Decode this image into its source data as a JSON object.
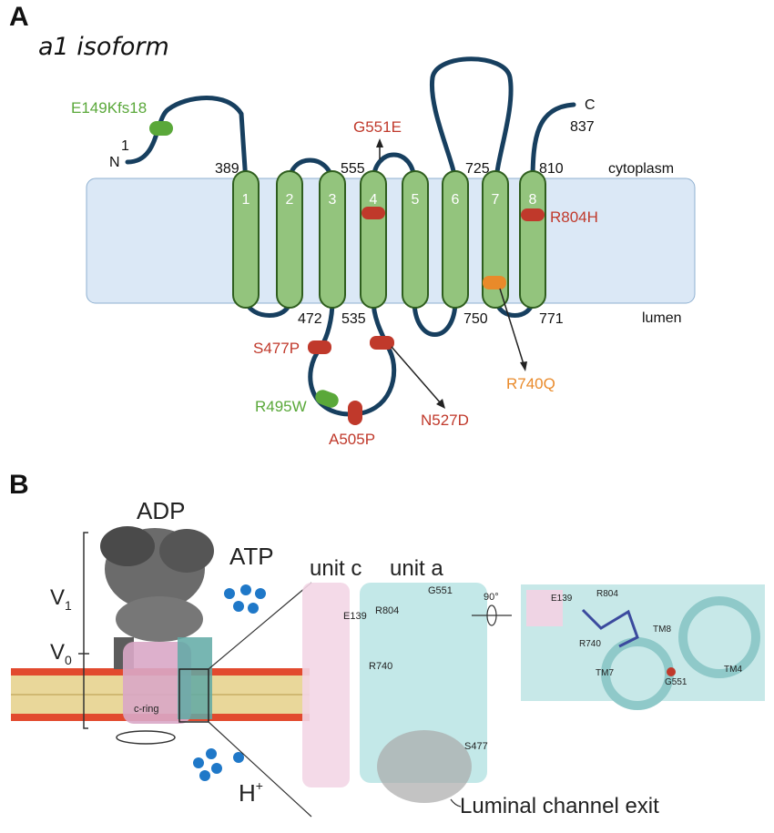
{
  "panel_a": {
    "letter": "A",
    "title": "a1 isoform",
    "n_term": "N",
    "n_num": "1",
    "c_term": "C",
    "c_num": "837",
    "side_cytoplasm": "cytoplasm",
    "side_lumen": "lumen",
    "tm_segments": [
      "1",
      "2",
      "3",
      "4",
      "5",
      "6",
      "7",
      "8"
    ],
    "residue_top": [
      "389",
      "555",
      "725",
      "810"
    ],
    "residue_bottom": [
      "472",
      "535",
      "750",
      "771"
    ],
    "mutations": {
      "e149": "E149Kfs18",
      "g551": "G551E",
      "r804": "R804H",
      "s477": "S477P",
      "r495": "R495W",
      "a505": "A505P",
      "n527": "N527D",
      "r740": "R740Q"
    },
    "colors": {
      "membrane": "#dbe8f6",
      "helix": "#93c47d",
      "chain": "#173f5f",
      "red": "#c0392b",
      "green": "#5aa83a",
      "orange": "#e98a2a"
    }
  },
  "panel_b": {
    "letter": "B",
    "adp": "ADP",
    "atp": "ATP",
    "v1": "V",
    "v1_sub": "1",
    "v0": "V",
    "v0_sub": "0",
    "c_ring": "c-ring",
    "h_plus": "H",
    "h_sup": "+",
    "unit_c": "unit c",
    "unit_a": "unit a",
    "rotation": "90°",
    "luminal": "Luminal channel exit",
    "mid_labels": [
      "E139",
      "R804",
      "G551",
      "R740",
      "S477"
    ],
    "right_labels": [
      "E139",
      "R804",
      "TM8",
      "R740",
      "TM7",
      "G551",
      "TM4"
    ]
  }
}
